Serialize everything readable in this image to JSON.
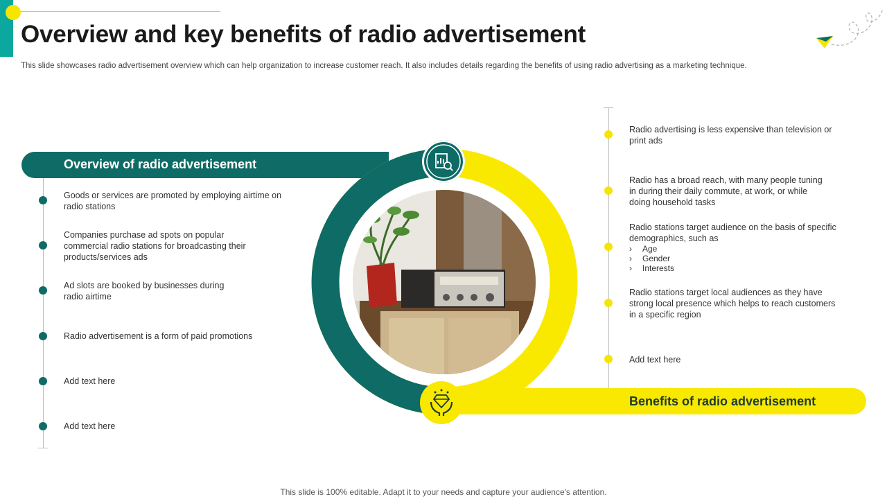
{
  "header": {
    "title": "Overview and key benefits of radio advertisement",
    "subtitle": "This slide showcases radio advertisement overview which can help organization to increase customer reach. It also includes details regarding the benefits of using radio advertising as a marketing technique."
  },
  "overview": {
    "heading": "Overview of radio advertisement",
    "items": [
      "Goods or services are promoted by employing airtime on radio stations",
      "Companies purchase ad spots on popular commercial radio stations for broadcasting their products/services ads",
      "Ad slots are booked by businesses during radio airtime",
      "Radio advertisement  is a form of paid promotions",
      "Add text here",
      "Add text here"
    ]
  },
  "benefits": {
    "heading": "Benefits of radio advertisement",
    "items": [
      "Radio advertising  is less expensive  than television  or print ads",
      "Radio has a broad  reach, with many people tuning in during their daily commute, at work,  or while doing household tasks",
      "Radio stations target audience on the basis of specific demographics,  such as",
      "Radio stations target local audiences as they have   strong local presence  which helps to reach customers in a specific region",
      "Add text here"
    ],
    "demographics": [
      "Age",
      "Gender",
      "Interests"
    ]
  },
  "icons": {
    "top": "report-analysis-icon",
    "bottom": "diamond-hands-icon",
    "decoration": "paper-plane-icon"
  },
  "colors": {
    "teal": "#0e6b66",
    "yellow": "#f9e900",
    "accent_teal": "#0aa89e"
  },
  "footer": "This slide is 100% editable. Adapt it to your needs and capture your audience's attention."
}
